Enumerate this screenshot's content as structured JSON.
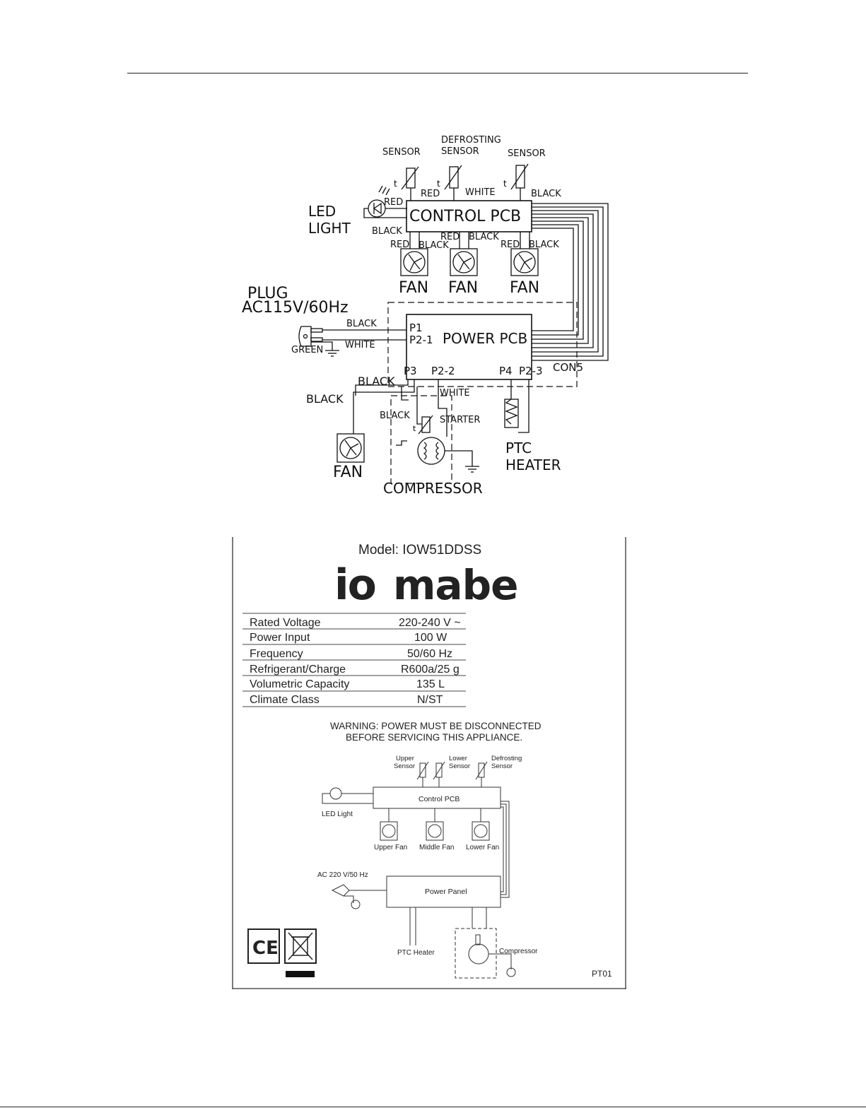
{
  "wiring": {
    "sensor_left": "SENSOR",
    "sensor_mid_line1": "DEFROSTING",
    "sensor_mid_line2": "SENSOR",
    "sensor_right": "SENSOR",
    "wire_red_a": "RED",
    "wire_white_a": "WHITE",
    "wire_black_a": "BLACK",
    "wire_red_led": "RED",
    "wire_black_led": "BLACK",
    "led_line1": "LED",
    "led_line2": "LIGHT",
    "control_pcb": "CONTROL PCB",
    "fan1_red": "RED",
    "fan1_black": "BLACK",
    "fan2_red": "RED",
    "fan2_black": "BLACK",
    "fan3_red": "RED",
    "fan3_black": "BLACK",
    "fan1": "FAN",
    "fan2": "FAN",
    "fan3": "FAN",
    "plug_line1": "PLUG",
    "plug_line2": "AC115V/60Hz",
    "plug_black": "BLACK",
    "plug_white": "WHITE",
    "plug_green": "GREEN",
    "power_pcb": "POWER PCB",
    "p1": "P1",
    "p2_1": "P2-1",
    "p3": "P3",
    "p2_2": "P2-2",
    "p4": "P4",
    "p2_3": "P2-3",
    "con5": "CON5",
    "black_b": "BLACK",
    "black_c": "BLACK",
    "white_b": "WHITE",
    "black_d": "BLACK",
    "starter": "STARTER",
    "fan4": "FAN",
    "compressor": "COMPRESSOR",
    "ptc_line1": "PTC",
    "ptc_line2": "HEATER"
  },
  "plate": {
    "model": "Model: IOW51DDSS",
    "brand": "io mabe",
    "specs": [
      {
        "label": "Rated Voltage",
        "value": "220-240 V ~"
      },
      {
        "label": "Power Input",
        "value": "100 W"
      },
      {
        "label": "Frequency",
        "value": "50/60 Hz"
      },
      {
        "label": "Refrigerant/Charge",
        "value": "R600a/25 g"
      },
      {
        "label": "Volumetric Capacity",
        "value": "135 L"
      },
      {
        "label": "Climate Class",
        "value": "N/ST"
      }
    ],
    "warning_line1": "WARNING: POWER MUST BE DISCONNECTED",
    "warning_line2": "BEFORE SERVICING THIS APPLIANCE.",
    "upper_sensor_1": "Upper",
    "upper_sensor_2": "Sensor",
    "lower_sensor_1": "Lower",
    "lower_sensor_2": "Sensor",
    "defrost_sensor_1": "Defrosting",
    "defrost_sensor_2": "Sensor",
    "control_pcb": "Control PCB",
    "led_light": "LED Light",
    "upper_fan": "Upper Fan",
    "middle_fan": "Middle Fan",
    "lower_fan": "Lower Fan",
    "ac_input": "AC 220 V/50 Hz",
    "power_panel": "Power Panel",
    "ptc_heater": "PTC Heater",
    "compressor": "Compressor",
    "ce_mark": "CE",
    "code": "PT01"
  }
}
